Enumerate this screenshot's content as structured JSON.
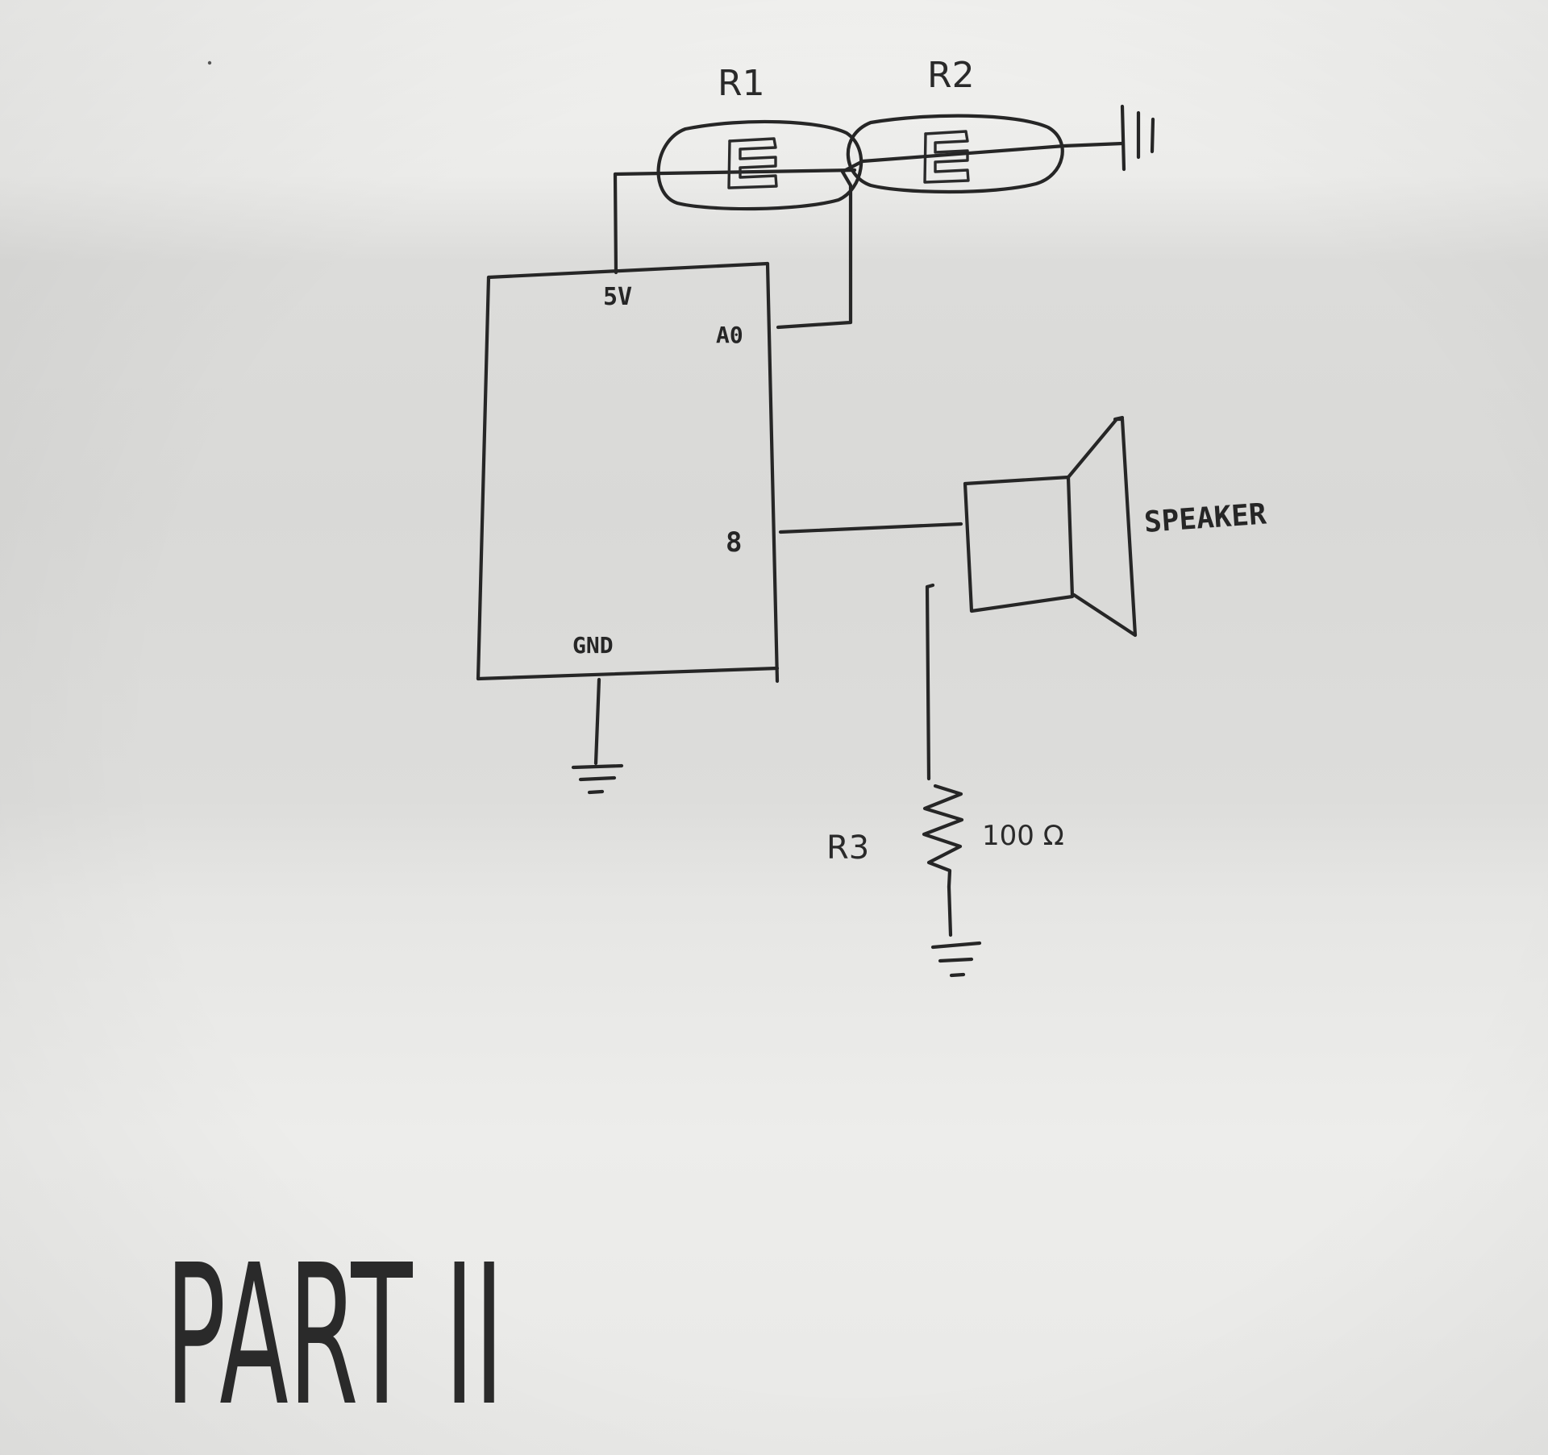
{
  "labels": {
    "r1": "R1",
    "r2": "R2",
    "pin_5v": "5V",
    "pin_a0": "A0",
    "pin_8": "8",
    "pin_gnd": "GND",
    "speaker": "SPEAKER",
    "r3": "R3",
    "r3_value": "100 Ω",
    "title": "PART II"
  },
  "colors": {
    "ink": "#262626",
    "paper": "#e6e6e4"
  }
}
